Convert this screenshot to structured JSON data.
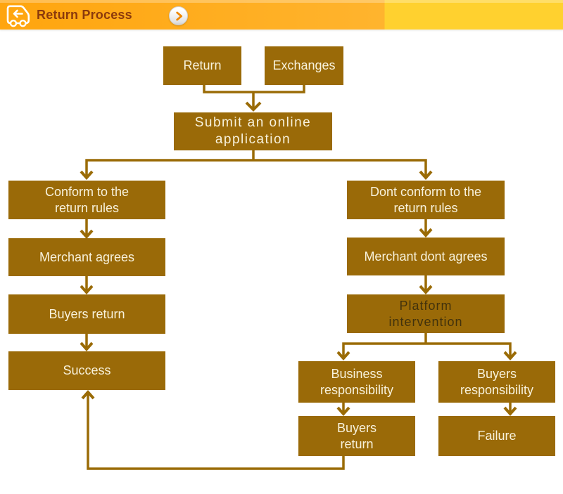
{
  "header": {
    "title": "Return Process",
    "icons": {
      "logo": "return-truck-icon",
      "action_button": "chevron-right-icon"
    }
  },
  "flowchart": {
    "nodes": {
      "return": "Return",
      "exchanges": "Exchanges",
      "submit": "Submit an online\napplication",
      "conform": "Conform to the\nreturn rules",
      "merchant_agrees": "Merchant agrees",
      "buyers_return_left": "Buyers return",
      "success": "Success",
      "dont_conform": "Dont conform to the\nreturn rules",
      "merchant_dont_agrees": "Merchant dont agrees",
      "platform_intervention": "Platform\nintervention",
      "business_responsibility": "Business\nresponsibility",
      "buyers_responsibility": "Buyers\nresponsibility",
      "buyers_return_right": "Buyers\nreturn",
      "failure": "Failure"
    },
    "edges": [
      "return -> submit",
      "exchanges -> submit",
      "submit -> conform",
      "submit -> dont_conform",
      "conform -> merchant_agrees",
      "merchant_agrees -> buyers_return_left",
      "buyers_return_left -> success",
      "dont_conform -> merchant_dont_agrees",
      "merchant_dont_agrees -> platform_intervention",
      "platform_intervention -> business_responsibility",
      "platform_intervention -> buyers_responsibility",
      "business_responsibility -> buyers_return_right",
      "buyers_responsibility -> failure",
      "buyers_return_right -> success"
    ]
  },
  "theme": {
    "bar_orange_left": "#FFA50E",
    "bar_orange_right": "#FFB42E",
    "bar_yellow": "#FFD12F",
    "title_text": "#8B3A0C",
    "box_fill": "#9A6A08",
    "box_text_light": "#F8F2DC",
    "box_text_dark": "#42320C",
    "connector": "#9A6B06",
    "button_chevron": "#EF8800"
  }
}
